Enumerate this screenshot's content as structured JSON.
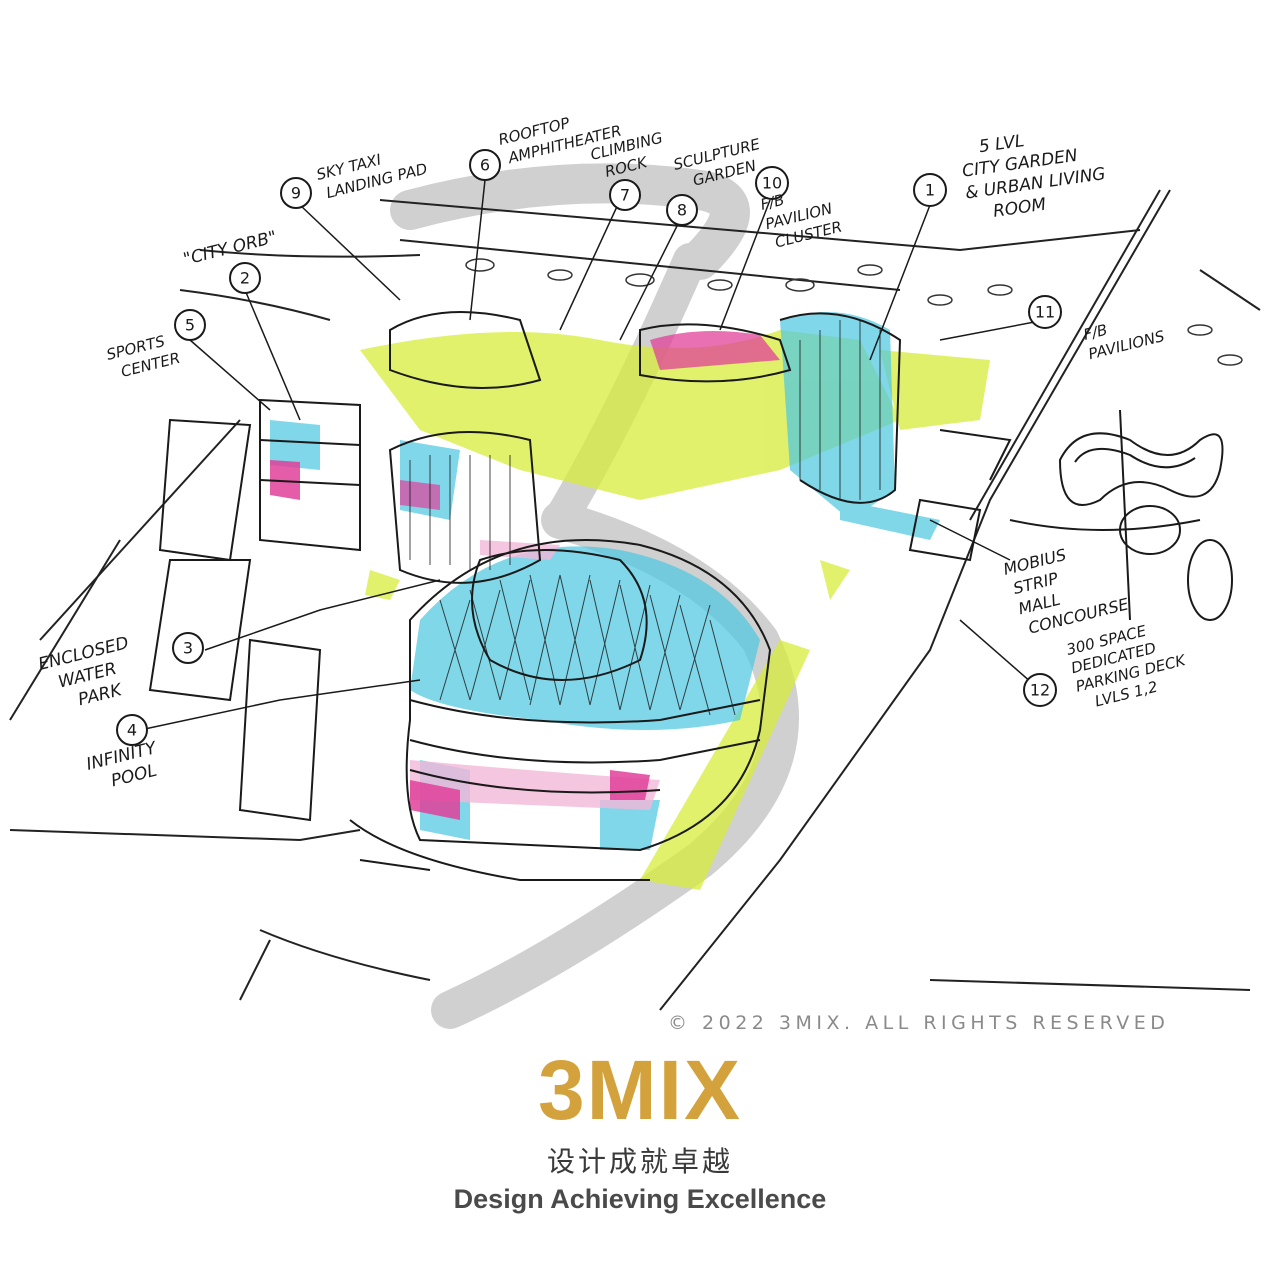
{
  "annotations": [
    {
      "num": "1",
      "text": [
        "5 LVL",
        "CITY GARDEN",
        "& URBAN LIVING",
        "ROOM"
      ]
    },
    {
      "num": "2",
      "text": [
        "\"CITY ORB\""
      ]
    },
    {
      "num": "3",
      "text": [
        "ENCLOSED",
        "WATER",
        "PARK"
      ]
    },
    {
      "num": "4",
      "text": [
        "INFINITY",
        "POOL"
      ]
    },
    {
      "num": "5",
      "text": [
        "SPORTS",
        "CENTER"
      ]
    },
    {
      "num": "6",
      "text": [
        "ROOFTOP",
        "AMPHITHEATER"
      ]
    },
    {
      "num": "7",
      "text": [
        "CLIMBING",
        "ROCK"
      ]
    },
    {
      "num": "8",
      "text": [
        "SCULPTURE",
        "GARDEN"
      ]
    },
    {
      "num": "9",
      "text": [
        "SKY TAXI",
        "LANDING PAD"
      ]
    },
    {
      "num": "10",
      "text": [
        "F/B",
        "PAVILION",
        "CLUSTER"
      ]
    },
    {
      "num": "11",
      "text": [
        "F/B",
        "PAVILIONS"
      ]
    },
    {
      "num": "12",
      "text": [
        "300 SPACE",
        "DEDICATED",
        "PARKING DECK",
        "LVLS 1,2"
      ]
    }
  ],
  "concourse_label": [
    "MOBIUS",
    "STRIP",
    "MALL",
    "CONCOURSE"
  ],
  "copyright": "© 2022 3MIX. ALL RIGHTS RESERVED",
  "brand": "3MIX",
  "tagline_cn": "设计成就卓越",
  "tagline_en": "Design Achieving Excellence",
  "colors": {
    "accent_gold": "#d4a23c",
    "sketch_cyan": "#4fc8e0",
    "sketch_lime": "#d8ec3a",
    "sketch_magenta": "#e0409a",
    "sketch_pink": "#f2b8d8",
    "watermark_grey": "#c4c4c4"
  }
}
